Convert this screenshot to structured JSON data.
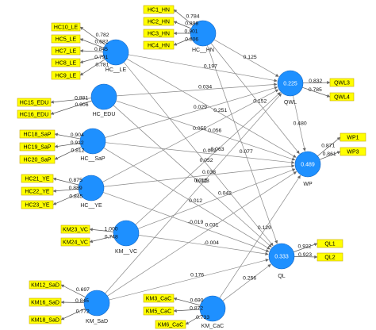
{
  "diagram": {
    "colors": {
      "latent_fill": "#1e90ff",
      "indicator_fill": "#ffff00",
      "indicator_border": "#c8a800",
      "path_line": "#888888",
      "loading_line": "#555555"
    },
    "latents": [
      {
        "id": "HC_LE",
        "label": "HC__LE"
      },
      {
        "id": "HC_HN",
        "label": "HC__HN"
      },
      {
        "id": "HC_EDU",
        "label": "HC_EDU"
      },
      {
        "id": "HC_SaP",
        "label": "HC__SaP"
      },
      {
        "id": "HC_YE",
        "label": "HC__YE"
      },
      {
        "id": "KM_VC",
        "label": "KM__VC"
      },
      {
        "id": "KM_SaD",
        "label": "KM_SaD"
      },
      {
        "id": "KM_CaC",
        "label": "KM_CaC"
      },
      {
        "id": "QWL",
        "label": "QWL",
        "r2": "0.225"
      },
      {
        "id": "WP",
        "label": "WP",
        "r2": "0.489"
      },
      {
        "id": "QL",
        "label": "QL",
        "r2": "0.333"
      }
    ],
    "indicators": [
      {
        "id": "HC1_HN",
        "label": "HC1_HN",
        "loading": "0.784"
      },
      {
        "id": "HC2_HN",
        "label": "HC2_HN",
        "loading": "0.898"
      },
      {
        "id": "HC3_HN",
        "label": "HC3_HN",
        "loading": "0.901"
      },
      {
        "id": "HC4_HN",
        "label": "HC4_HN",
        "loading": "0.806"
      },
      {
        "id": "HC10_LE",
        "label": "HC10_LE",
        "loading": "0.782"
      },
      {
        "id": "HC5_LE",
        "label": "HC5_LE",
        "loading": "0.682"
      },
      {
        "id": "HC7_LE",
        "label": "HC7_LE",
        "loading": "0.845"
      },
      {
        "id": "HC8_LE",
        "label": "HC8_LE",
        "loading": "0.791"
      },
      {
        "id": "HC9_LE",
        "label": "HC9_LE",
        "loading": "0.781"
      },
      {
        "id": "HC15_EDU",
        "label": "HC15_EDU",
        "loading": "0.881"
      },
      {
        "id": "HC16_EDU",
        "label": "HC16_EDU",
        "loading": "0.906"
      },
      {
        "id": "HC18_SaP",
        "label": "HC18_SaP",
        "loading": "0.904"
      },
      {
        "id": "HC19_SaP",
        "label": "HC19_SaP",
        "loading": "0.912"
      },
      {
        "id": "HC20_SaP",
        "label": "HC20_SaP",
        "loading": "0.812"
      },
      {
        "id": "HC21_YE",
        "label": "HC21_YE",
        "loading": "0.875"
      },
      {
        "id": "HC22_YE",
        "label": "HC22_YE",
        "loading": "0.889"
      },
      {
        "id": "HC23_YE",
        "label": "HC23_YE",
        "loading": "0.845"
      },
      {
        "id": "KM23_VC",
        "label": "KM23_VC",
        "loading": "1.000"
      },
      {
        "id": "KM24_VC",
        "label": "KM24_VC",
        "loading": "0.748"
      },
      {
        "id": "KM12_SaD",
        "label": "KM12_SaD",
        "loading": "0.697"
      },
      {
        "id": "KM16_SaD",
        "label": "KM16_SaD",
        "loading": "0.845"
      },
      {
        "id": "KM18_SaD",
        "label": "KM18_SaD",
        "loading": "0.772"
      },
      {
        "id": "KM3_CaC",
        "label": "KM3_CaC",
        "loading": "0.690"
      },
      {
        "id": "KM5_CaC",
        "label": "KM5_CaC",
        "loading": "0.872"
      },
      {
        "id": "KM6_CaC",
        "label": "KM6_CaC",
        "loading": "0.733"
      },
      {
        "id": "QWL3",
        "label": "QWL3",
        "loading": "0.832"
      },
      {
        "id": "QWL4",
        "label": "QWL4",
        "loading": "0.785"
      },
      {
        "id": "WP1",
        "label": "WP1",
        "loading": "0.871"
      },
      {
        "id": "WP3",
        "label": "WP3",
        "loading": "0.861"
      },
      {
        "id": "QL1",
        "label": "QL1",
        "loading": "0.922"
      },
      {
        "id": "QL2",
        "label": "QL2",
        "loading": "0.923"
      }
    ],
    "paths": [
      {
        "from": "HC_HN",
        "to": "QWL",
        "coef": "0.125"
      },
      {
        "from": "HC_HN",
        "to": "WP",
        "coef": "0.152"
      },
      {
        "from": "HC_HN",
        "to": "QL",
        "coef": "0.077"
      },
      {
        "from": "HC_LE",
        "to": "QWL",
        "coef": "0.197"
      },
      {
        "from": "HC_LE",
        "to": "WP",
        "coef": "0.251"
      },
      {
        "from": "HC_LE",
        "to": "QL",
        "coef": "0.052"
      },
      {
        "from": "HC_EDU",
        "to": "QWL",
        "coef": "0.034"
      },
      {
        "from": "HC_EDU",
        "to": "WP",
        "coef": "0.056"
      },
      {
        "from": "HC_EDU",
        "to": "QL",
        "coef": "0.015"
      },
      {
        "from": "HC_SaP",
        "to": "QWL",
        "coef": "0.029"
      },
      {
        "from": "HC_SaP",
        "to": "WP",
        "coef": "0.002"
      },
      {
        "from": "HC_SaP",
        "to": "QL",
        "coef": "0.012"
      },
      {
        "from": "HC_YE",
        "to": "QWL",
        "coef": "0.055"
      },
      {
        "from": "HC_YE",
        "to": "WP",
        "coef": "0.038"
      },
      {
        "from": "HC_YE",
        "to": "QL",
        "coef": "-0.019"
      },
      {
        "from": "KM_VC",
        "to": "QWL",
        "coef": "-0.063"
      },
      {
        "from": "KM_VC",
        "to": "WP",
        "coef": "0.042"
      },
      {
        "from": "KM_VC",
        "to": "QL",
        "coef": "-0.004"
      },
      {
        "from": "KM_SaD",
        "to": "QWL",
        "coef": "0.013"
      },
      {
        "from": "KM_SaD",
        "to": "WP",
        "coef": "0.031"
      },
      {
        "from": "KM_SaD",
        "to": "QL",
        "coef": "0.176"
      },
      {
        "from": "KM_CaC",
        "to": "WP",
        "coef": "0.129"
      },
      {
        "from": "KM_CaC",
        "to": "QL",
        "coef": "0.256"
      },
      {
        "from": "QWL",
        "to": "WP",
        "coef": "0.480"
      }
    ]
  }
}
